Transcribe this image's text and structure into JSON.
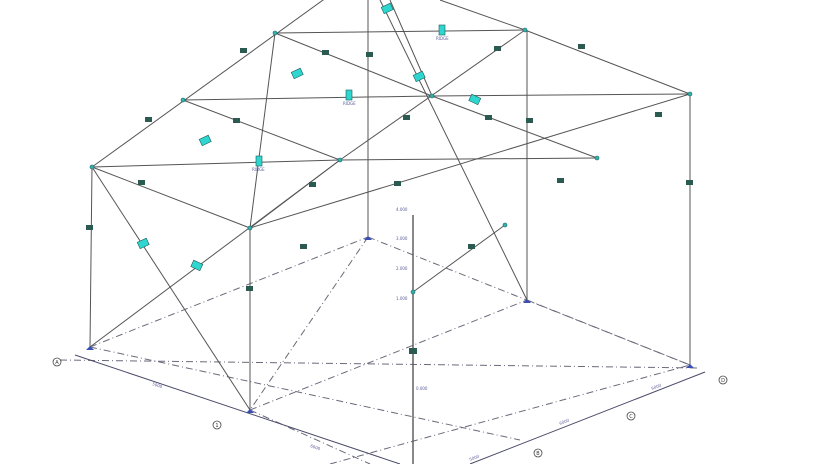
{
  "view": {
    "title": "3D structural frame view"
  },
  "grid_bubbles": [
    "A",
    "1",
    "B",
    "C",
    "D"
  ],
  "dimensions": [
    "5000",
    "6000",
    "5000",
    "6000",
    "6000"
  ],
  "elevations": [
    "4.000",
    "3.000",
    "2.000",
    "1.000",
    "0.000"
  ],
  "tags": [
    "RIDGE",
    "RIDGE",
    "RIDGE"
  ],
  "colors": {
    "member": "#555555",
    "grid": "#6a6a7a",
    "support": "#3a4fb5",
    "tag": "#2fd6d0"
  }
}
